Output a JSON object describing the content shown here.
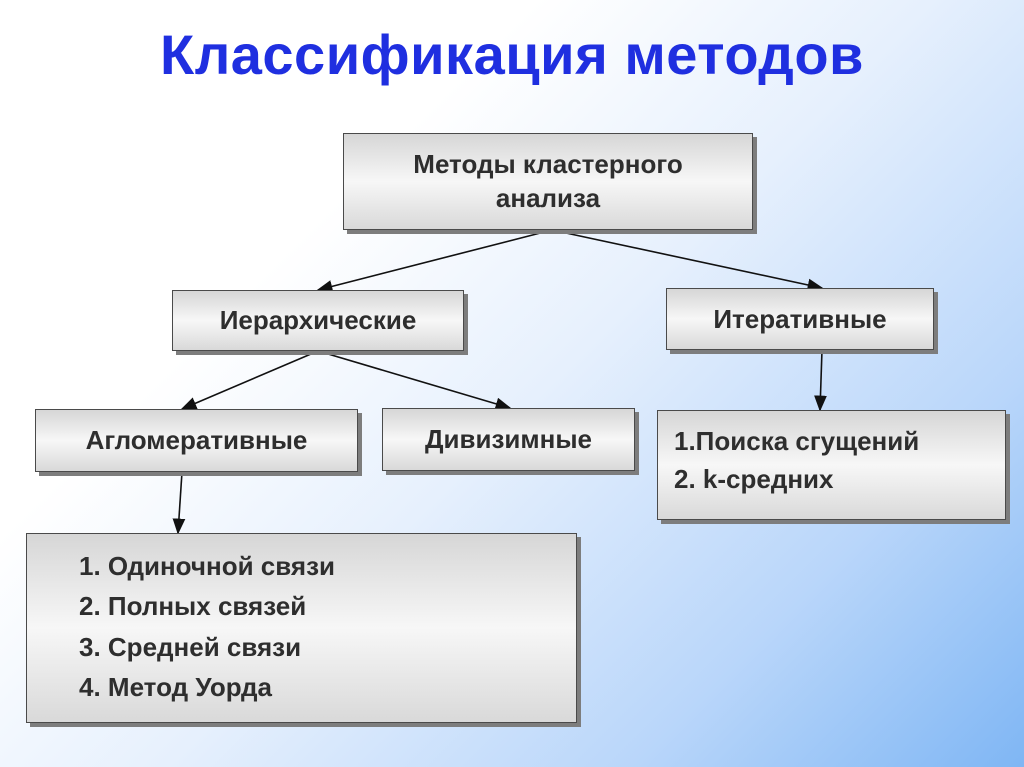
{
  "title": "Классификация методов",
  "root": {
    "line1": "Методы кластерного",
    "line2": "анализа"
  },
  "hierarchical": "Иерархические",
  "iterative": "Итеративные",
  "agglomerative": "Агломеративные",
  "divisive": "Дивизимные",
  "iterative_methods": [
    "1.Поиска сгущений",
    "2. k-средних"
  ],
  "agglomerative_methods": [
    "1. Одиночной связи",
    "2. Полных связей",
    "3. Средней связи",
    "4. Метод Уорда"
  ],
  "colors": {
    "title": "#1f2fe0",
    "text": "#2e2e2e",
    "border": "#4a4a4a"
  }
}
